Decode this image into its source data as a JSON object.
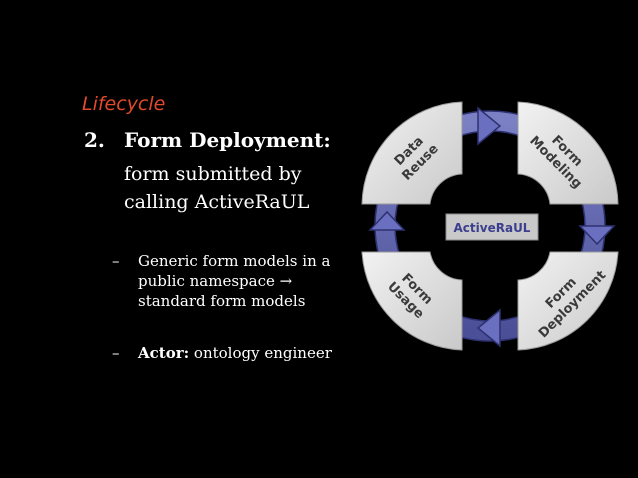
{
  "slide": {
    "section_label": "Lifecycle",
    "step_number": "2.",
    "step_title": "Form Deployment:",
    "step_desc_line1": "form submitted by",
    "step_desc_line2": "calling ActiveRaUL",
    "bullets": [
      {
        "dash": "–",
        "prefix": "",
        "text": " Generic form models in a public namespace → standard form models"
      },
      {
        "dash": "–",
        "prefix": "Actor:",
        "text": " ontology engineer"
      }
    ]
  },
  "diagram": {
    "center_label": "ActiveRaUL",
    "stages": [
      {
        "line1": "Data",
        "line2": "Reuse"
      },
      {
        "line1": "Form",
        "line2": "Modeling"
      },
      {
        "line1": "Form",
        "line2": "Deployment"
      },
      {
        "line1": "Form",
        "line2": "Usage"
      }
    ],
    "colors": {
      "ring": "#5a5fa8",
      "arrow": "#6a6fbf",
      "panel": "#e6e6e6",
      "badge": "#c9c9c9",
      "badge_text": "#3b3f8e",
      "accent": "#e0492b"
    }
  }
}
